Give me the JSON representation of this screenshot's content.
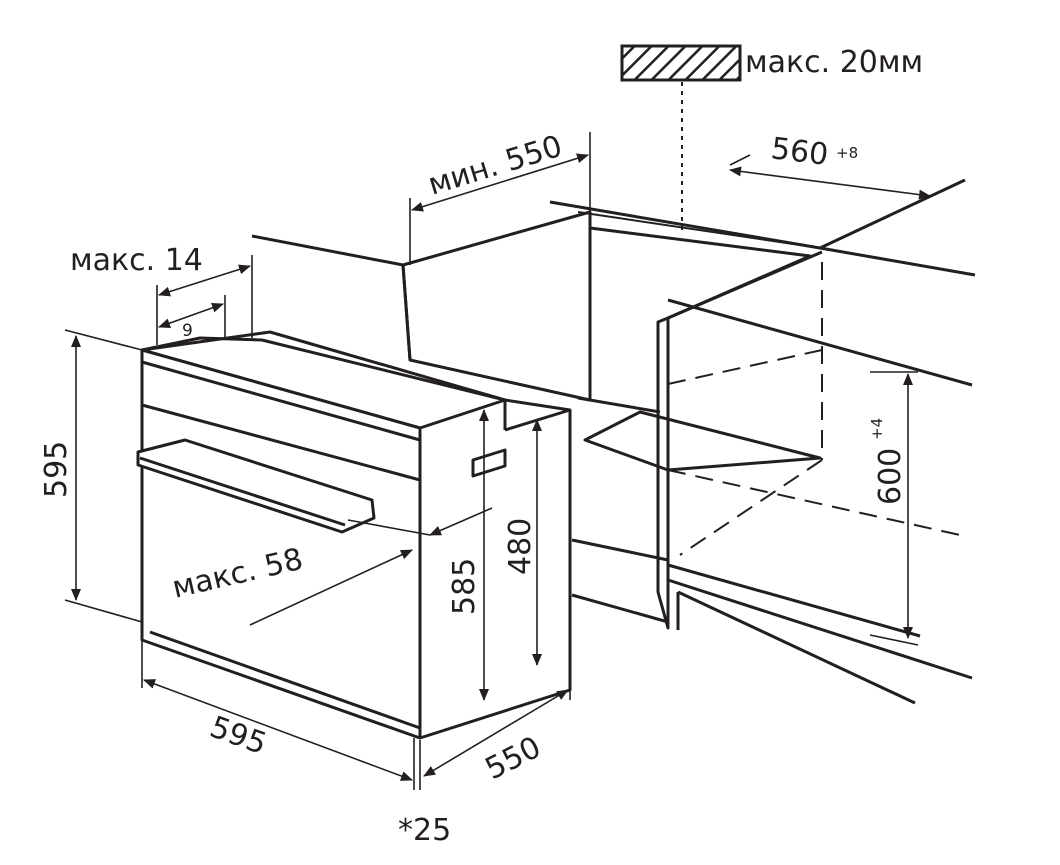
{
  "diagram": {
    "line_color": "#231f20",
    "hatch_color": "#231f20",
    "labels": {
      "max_20mm": "макс. 20мм",
      "min_550": "мин. 550",
      "w_560": "560",
      "w_560_tol": "+8",
      "max_14": "макс. 14",
      "nine": "9",
      "h_595": "595",
      "max_58": "макс. 58",
      "h_585": "585",
      "h_480": "480",
      "h_600": "600",
      "h_600_tol": "+4",
      "w_595": "595",
      "d_550": "550",
      "star_25": "*25"
    },
    "icons": [
      "countertop-hatch-icon",
      "arrowhead-icon"
    ]
  }
}
